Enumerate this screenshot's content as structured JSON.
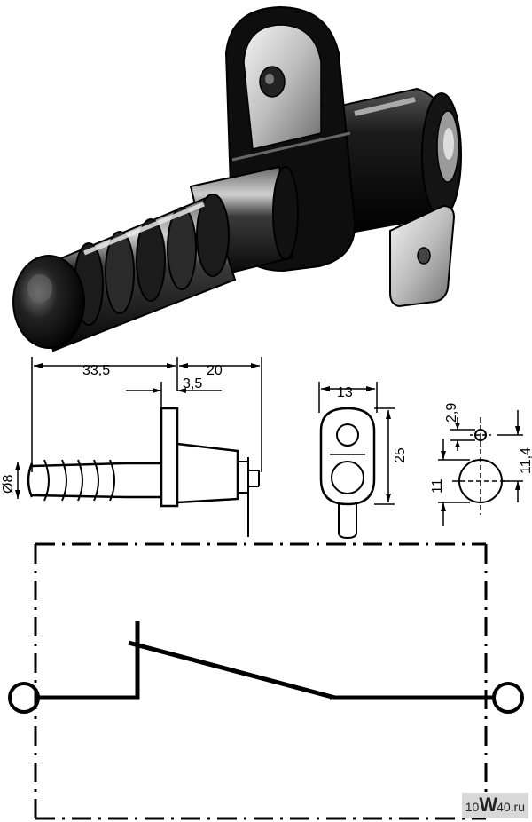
{
  "dimensions": {
    "total_length": "33,5",
    "rear_length": "20",
    "flange_thickness": "3,5",
    "pin_diameter": "Ø8",
    "bracket_width": "13",
    "bracket_height": "25",
    "hole_offset": "2,9",
    "hole_diameter": "11",
    "center_distance": "11,4"
  },
  "watermark": {
    "prefix": "10",
    "mark": "W",
    "suffix": "40.ru"
  }
}
